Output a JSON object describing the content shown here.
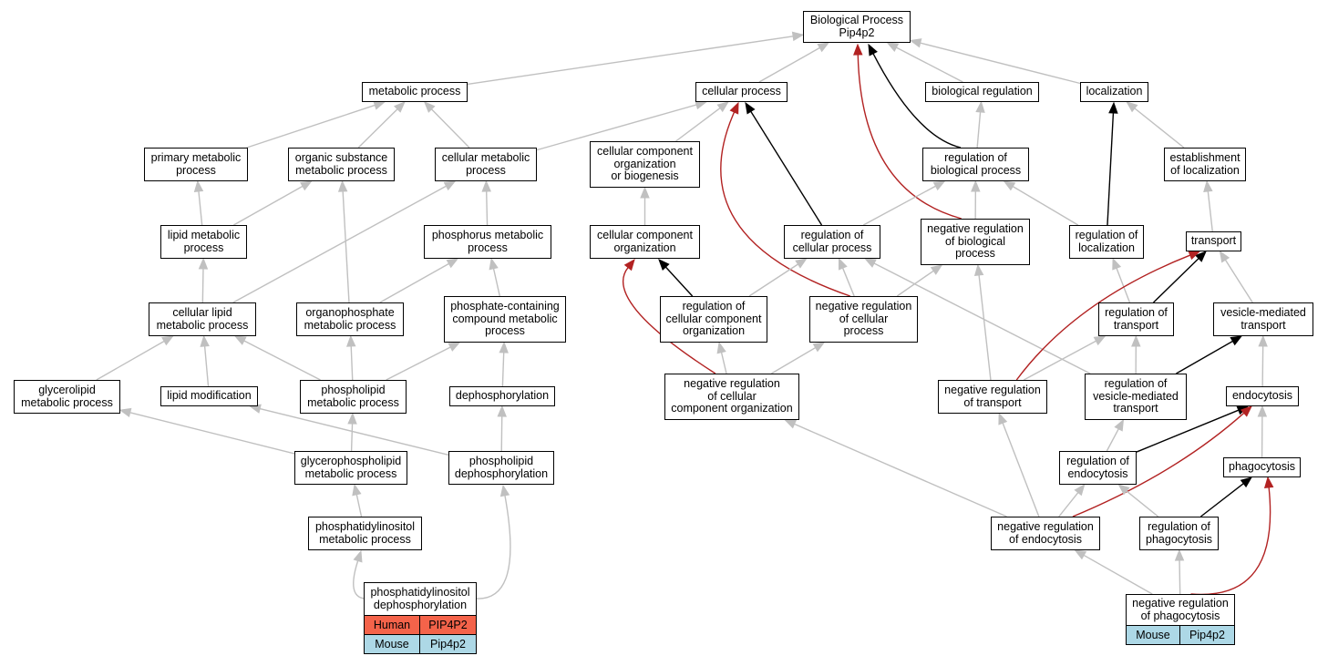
{
  "diagram": {
    "colors": {
      "edge_default": "#c0c0c0",
      "edge_positive": "#000000",
      "edge_negative": "#b22222"
    },
    "nodes": [
      {
        "id": "bp",
        "label": "Biological Process\nPip4p2"
      },
      {
        "id": "mp",
        "label": "metabolic process"
      },
      {
        "id": "cp",
        "label": "cellular process"
      },
      {
        "id": "br",
        "label": "biological regulation"
      },
      {
        "id": "loc",
        "label": "localization"
      },
      {
        "id": "pmp",
        "label": "primary metabolic\nprocess"
      },
      {
        "id": "osmp",
        "label": "organic substance\nmetabolic process"
      },
      {
        "id": "cmp",
        "label": "cellular metabolic\nprocess"
      },
      {
        "id": "ccob",
        "label": "cellular component\norganization\nor biogenesis"
      },
      {
        "id": "rbp",
        "label": "regulation of\nbiological process"
      },
      {
        "id": "eol",
        "label": "establishment\nof localization"
      },
      {
        "id": "lmp",
        "label": "lipid metabolic\nprocess"
      },
      {
        "id": "phmp",
        "label": "phosphorus metabolic\nprocess"
      },
      {
        "id": "cco",
        "label": "cellular component\norganization"
      },
      {
        "id": "rcp",
        "label": "regulation of\ncellular process"
      },
      {
        "id": "nrbp",
        "label": "negative regulation\nof biological\nprocess"
      },
      {
        "id": "rol",
        "label": "regulation of\nlocalization"
      },
      {
        "id": "tr",
        "label": "transport"
      },
      {
        "id": "clmp",
        "label": "cellular lipid\nmetabolic process"
      },
      {
        "id": "opmp",
        "label": "organophosphate\nmetabolic process"
      },
      {
        "id": "pccmp",
        "label": "phosphate-containing\ncompound metabolic\nprocess"
      },
      {
        "id": "rcco",
        "label": "regulation of\ncellular component\norganization"
      },
      {
        "id": "nrcp",
        "label": "negative regulation\nof cellular\nprocess"
      },
      {
        "id": "rtr",
        "label": "regulation of\ntransport"
      },
      {
        "id": "vmt",
        "label": "vesicle-mediated\ntransport"
      },
      {
        "id": "glmp",
        "label": "glycerolipid\nmetabolic process"
      },
      {
        "id": "lm",
        "label": "lipid modification"
      },
      {
        "id": "plmp",
        "label": "phospholipid\nmetabolic process"
      },
      {
        "id": "dp",
        "label": "dephosphorylation"
      },
      {
        "id": "nrcco",
        "label": "negative regulation\nof cellular\ncomponent organization"
      },
      {
        "id": "nrtr",
        "label": "negative regulation\nof transport"
      },
      {
        "id": "rvmt",
        "label": "regulation of\nvesicle-mediated\ntransport"
      },
      {
        "id": "endo",
        "label": "endocytosis"
      },
      {
        "id": "gplmp",
        "label": "glycerophospholipid\nmetabolic process"
      },
      {
        "id": "pldp",
        "label": "phospholipid\ndephosphorylation"
      },
      {
        "id": "roe",
        "label": "regulation of\nendocytosis"
      },
      {
        "id": "phago",
        "label": "phagocytosis"
      },
      {
        "id": "pimp",
        "label": "phosphatidylinositol\nmetabolic process"
      },
      {
        "id": "nroe",
        "label": "negative regulation\nof endocytosis"
      },
      {
        "id": "rop",
        "label": "regulation of\nphagocytosis"
      },
      {
        "id": "pidp",
        "label": "phosphatidylinositol\ndephosphorylation"
      },
      {
        "id": "nrop",
        "label": "negative regulation\nof phagocytosis"
      }
    ],
    "legends": [
      {
        "node": "pidp",
        "rows": [
          {
            "species": "Human",
            "gene": "PIP4P2",
            "color": "#f4634a"
          },
          {
            "species": "Mouse",
            "gene": "Pip4p2",
            "color": "#add8e6"
          }
        ]
      },
      {
        "node": "nrop",
        "rows": [
          {
            "species": "Mouse",
            "gene": "Pip4p2",
            "color": "#add8e6"
          }
        ]
      }
    ],
    "edges": [
      {
        "from": "mp",
        "to": "bp",
        "kind": "is_a"
      },
      {
        "from": "cp",
        "to": "bp",
        "kind": "is_a"
      },
      {
        "from": "br",
        "to": "bp",
        "kind": "is_a"
      },
      {
        "from": "loc",
        "to": "bp",
        "kind": "is_a"
      },
      {
        "from": "rbp",
        "to": "bp",
        "kind": "positive"
      },
      {
        "from": "nrbp",
        "to": "bp",
        "kind": "negative"
      },
      {
        "from": "pmp",
        "to": "mp",
        "kind": "is_a"
      },
      {
        "from": "osmp",
        "to": "mp",
        "kind": "is_a"
      },
      {
        "from": "cmp",
        "to": "mp",
        "kind": "is_a"
      },
      {
        "from": "cmp",
        "to": "cp",
        "kind": "is_a"
      },
      {
        "from": "ccob",
        "to": "cp",
        "kind": "is_a"
      },
      {
        "from": "rcp",
        "to": "cp",
        "kind": "positive"
      },
      {
        "from": "nrcp",
        "to": "cp",
        "kind": "negative"
      },
      {
        "from": "rbp",
        "to": "br",
        "kind": "is_a"
      },
      {
        "from": "eol",
        "to": "loc",
        "kind": "is_a"
      },
      {
        "from": "rol",
        "to": "loc",
        "kind": "positive"
      },
      {
        "from": "lmp",
        "to": "pmp",
        "kind": "is_a"
      },
      {
        "from": "lmp",
        "to": "osmp",
        "kind": "is_a"
      },
      {
        "from": "opmp",
        "to": "osmp",
        "kind": "is_a"
      },
      {
        "from": "clmp",
        "to": "cmp",
        "kind": "is_a"
      },
      {
        "from": "phmp",
        "to": "cmp",
        "kind": "is_a"
      },
      {
        "from": "cco",
        "to": "ccob",
        "kind": "is_a"
      },
      {
        "from": "rcp",
        "to": "rbp",
        "kind": "is_a"
      },
      {
        "from": "nrbp",
        "to": "rbp",
        "kind": "is_a"
      },
      {
        "from": "rol",
        "to": "rbp",
        "kind": "is_a"
      },
      {
        "from": "tr",
        "to": "eol",
        "kind": "is_a"
      },
      {
        "from": "clmp",
        "to": "lmp",
        "kind": "is_a"
      },
      {
        "from": "opmp",
        "to": "phmp",
        "kind": "is_a"
      },
      {
        "from": "pccmp",
        "to": "phmp",
        "kind": "is_a"
      },
      {
        "from": "rcco",
        "to": "cco",
        "kind": "positive"
      },
      {
        "from": "nrcco",
        "to": "cco",
        "kind": "negative"
      },
      {
        "from": "rcco",
        "to": "rcp",
        "kind": "is_a"
      },
      {
        "from": "nrcp",
        "to": "rcp",
        "kind": "is_a"
      },
      {
        "from": "rvmt",
        "to": "rcp",
        "kind": "is_a"
      },
      {
        "from": "nrcp",
        "to": "nrbp",
        "kind": "is_a"
      },
      {
        "from": "nrtr",
        "to": "nrbp",
        "kind": "is_a"
      },
      {
        "from": "rtr",
        "to": "rol",
        "kind": "is_a"
      },
      {
        "from": "rtr",
        "to": "tr",
        "kind": "positive"
      },
      {
        "from": "nrtr",
        "to": "tr",
        "kind": "negative"
      },
      {
        "from": "vmt",
        "to": "tr",
        "kind": "is_a"
      },
      {
        "from": "glmp",
        "to": "clmp",
        "kind": "is_a"
      },
      {
        "from": "lm",
        "to": "clmp",
        "kind": "is_a"
      },
      {
        "from": "plmp",
        "to": "clmp",
        "kind": "is_a"
      },
      {
        "from": "plmp",
        "to": "opmp",
        "kind": "is_a"
      },
      {
        "from": "plmp",
        "to": "pccmp",
        "kind": "is_a"
      },
      {
        "from": "dp",
        "to": "pccmp",
        "kind": "is_a"
      },
      {
        "from": "nrcco",
        "to": "rcco",
        "kind": "is_a"
      },
      {
        "from": "nrcco",
        "to": "nrcp",
        "kind": "is_a"
      },
      {
        "from": "nrtr",
        "to": "rtr",
        "kind": "is_a"
      },
      {
        "from": "rvmt",
        "to": "rtr",
        "kind": "is_a"
      },
      {
        "from": "rvmt",
        "to": "vmt",
        "kind": "positive"
      },
      {
        "from": "endo",
        "to": "vmt",
        "kind": "is_a"
      },
      {
        "from": "gplmp",
        "to": "glmp",
        "kind": "is_a"
      },
      {
        "from": "gplmp",
        "to": "plmp",
        "kind": "is_a"
      },
      {
        "from": "pldp",
        "to": "lm",
        "kind": "is_a"
      },
      {
        "from": "pldp",
        "to": "dp",
        "kind": "is_a"
      },
      {
        "from": "roe",
        "to": "rvmt",
        "kind": "is_a"
      },
      {
        "from": "roe",
        "to": "endo",
        "kind": "positive"
      },
      {
        "from": "nroe",
        "to": "endo",
        "kind": "negative"
      },
      {
        "from": "phago",
        "to": "endo",
        "kind": "is_a"
      },
      {
        "from": "pimp",
        "to": "gplmp",
        "kind": "is_a"
      },
      {
        "from": "nroe",
        "to": "nrcco",
        "kind": "is_a"
      },
      {
        "from": "nroe",
        "to": "nrtr",
        "kind": "is_a"
      },
      {
        "from": "nroe",
        "to": "roe",
        "kind": "is_a"
      },
      {
        "from": "rop",
        "to": "roe",
        "kind": "is_a"
      },
      {
        "from": "rop",
        "to": "phago",
        "kind": "positive"
      },
      {
        "from": "nrop",
        "to": "phago",
        "kind": "negative"
      },
      {
        "from": "nrop",
        "to": "nroe",
        "kind": "is_a"
      },
      {
        "from": "nrop",
        "to": "rop",
        "kind": "is_a"
      },
      {
        "from": "pidp",
        "to": "pimp",
        "kind": "is_a"
      },
      {
        "from": "pidp",
        "to": "pldp",
        "kind": "is_a"
      }
    ]
  }
}
